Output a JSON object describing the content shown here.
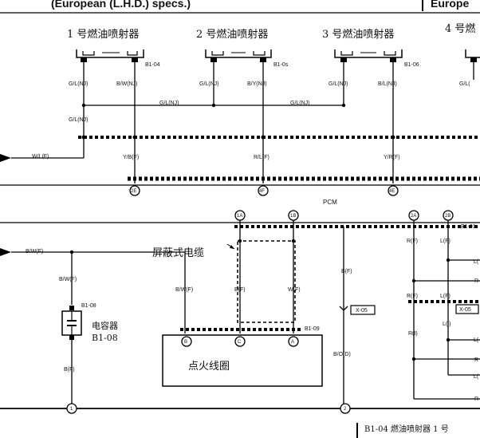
{
  "header": {
    "left": "(European (L.H.D.) specs.)",
    "right": "Europe"
  },
  "components": {
    "injector1": "1 号燃油喷射器",
    "injector2": "2 号燃油喷射器",
    "injector3": "3 号燃油喷射器",
    "injector4": "4 号燃",
    "shielded_cable": "屏蔽式电缆",
    "capacitor": "电容器",
    "capacitor_code": "B1-08",
    "ignition_coil": "点火线圈",
    "pcm": "PCM"
  },
  "connectors": {
    "b1_04": "B1-04",
    "b1_05": "B1-0s",
    "b1_06": "B1-06",
    "b1_08": "B1-08",
    "b1_09": "B1-09",
    "b1_01": "B1-01",
    "x05": "X-05",
    "x05b": "X-05"
  },
  "wires": {
    "gl_nj_1": "G/L(NJ)",
    "bw_nj": "B/W(NJ)",
    "gl_nj_2": "G/L(NJ)",
    "by_nj": "B/Y(NJ)",
    "gl_nj_3": "G/L(NJ)",
    "bl_nj": "B/L(NJ)",
    "gl_nj_4": "G/L(",
    "gl_nj_h1": "G/L(NJ)",
    "gl_nj_h2": "G/L(NJ)",
    "gl_nj_v": "G/L(NJ)",
    "wl_f": "W/L(F)",
    "yb_f": "Y/B(F)",
    "rl_f": "R/L(F)",
    "yr_f": "Y/R(F)",
    "bw_f_main": "B/W(F)",
    "bw_f_v": "B/W(F)",
    "bw_f_coil": "B/W(F)",
    "b_f_shield": "B(F)",
    "w_f": "W(F)",
    "b_f_right": "B(F)",
    "b_f_cap": "B(F)",
    "bo_d": "B/O(D)",
    "r_f_1": "R(F)",
    "l_f_1": "L(F)",
    "r_f_2": "R(F)",
    "l_f_2": "L(F)",
    "r_i": "R(I)",
    "l_i": "L(I)",
    "l_edge1": "L(",
    "r_edge1": "R",
    "l_edge2": "L(",
    "r_edge2": "R",
    "l_edge3": "L(",
    "r_edge3": "R"
  },
  "terminals": {
    "t_2e": "2E",
    "t_4f": "4F",
    "t_4e": "4E",
    "t_1a": "1A",
    "t_1b": "1B",
    "t_2a": "2A",
    "t_2b": "2B",
    "t_c1": "B",
    "t_c2": "C",
    "t_c3": "A",
    "t_gnd1": "1",
    "t_gnd2": "2"
  },
  "footer_note": "B1-04 燃油喷射器 1 号"
}
